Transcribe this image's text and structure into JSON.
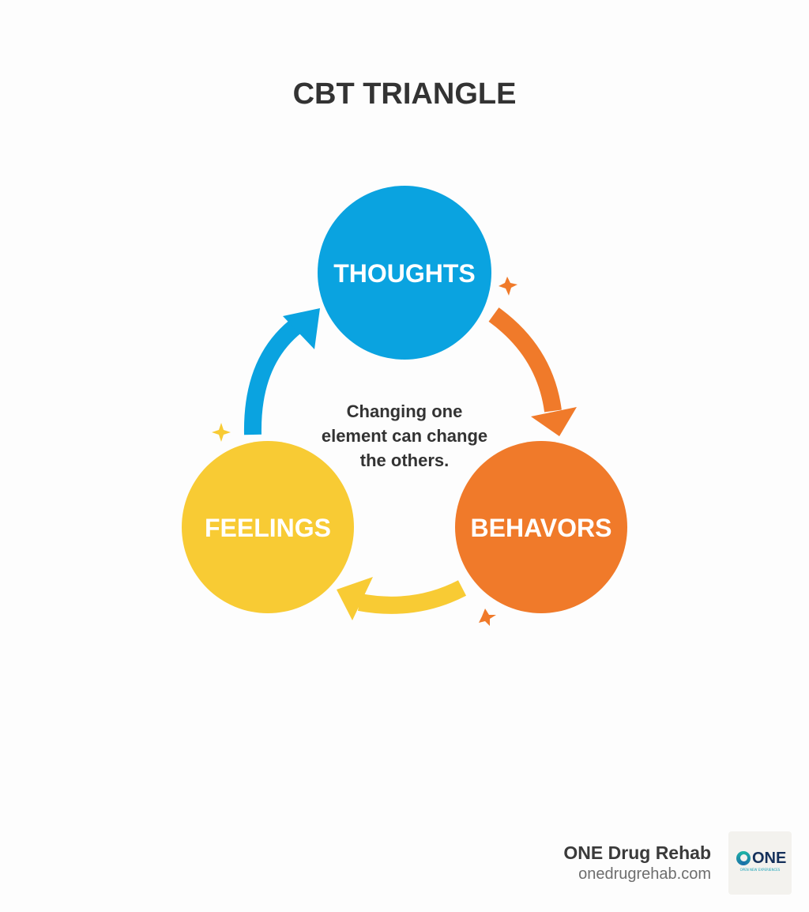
{
  "title": "CBT TRIANGLE",
  "nodes": [
    {
      "label": "THOUGHTS",
      "color": "#0aa3e0"
    },
    {
      "label": "FEELINGS",
      "color": "#f8cb34"
    },
    {
      "label": "BEHAVORS",
      "color": "#f07a2a"
    }
  ],
  "center_text": [
    "Changing one",
    "element can change",
    "the others."
  ],
  "brand": {
    "name": "ONE Drug Rehab",
    "url": "onedrugrehab.com",
    "logo_word": "ONE",
    "logo_tagline": "OPEN NEW EXPERIENCES"
  }
}
